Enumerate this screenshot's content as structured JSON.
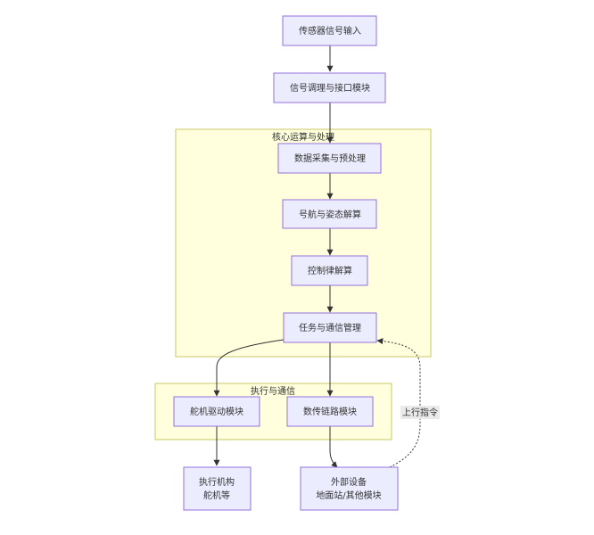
{
  "clusters": {
    "core": {
      "label": "核心运算与处理"
    },
    "exec": {
      "label": "执行与通信"
    }
  },
  "nodes": {
    "sensor": {
      "lines": [
        "传感器信号输入"
      ]
    },
    "cond": {
      "lines": [
        "信号调理与接口模块"
      ]
    },
    "acq": {
      "lines": [
        "数据采集与预处理"
      ]
    },
    "nav": {
      "lines": [
        "号航与姿态解算"
      ]
    },
    "ctrl": {
      "lines": [
        "控制律解算"
      ]
    },
    "task": {
      "lines": [
        "任务与通信管理"
      ]
    },
    "servo": {
      "lines": [
        "舵机驱动模块"
      ]
    },
    "link": {
      "lines": [
        "数传链路模块"
      ]
    },
    "actuator": {
      "lines": [
        "执行机构",
        "舵机等"
      ]
    },
    "ext": {
      "lines": [
        "外部设备",
        "地面站/其他模块"
      ]
    }
  },
  "edges": {
    "uplink": {
      "label": "上行指令"
    }
  }
}
